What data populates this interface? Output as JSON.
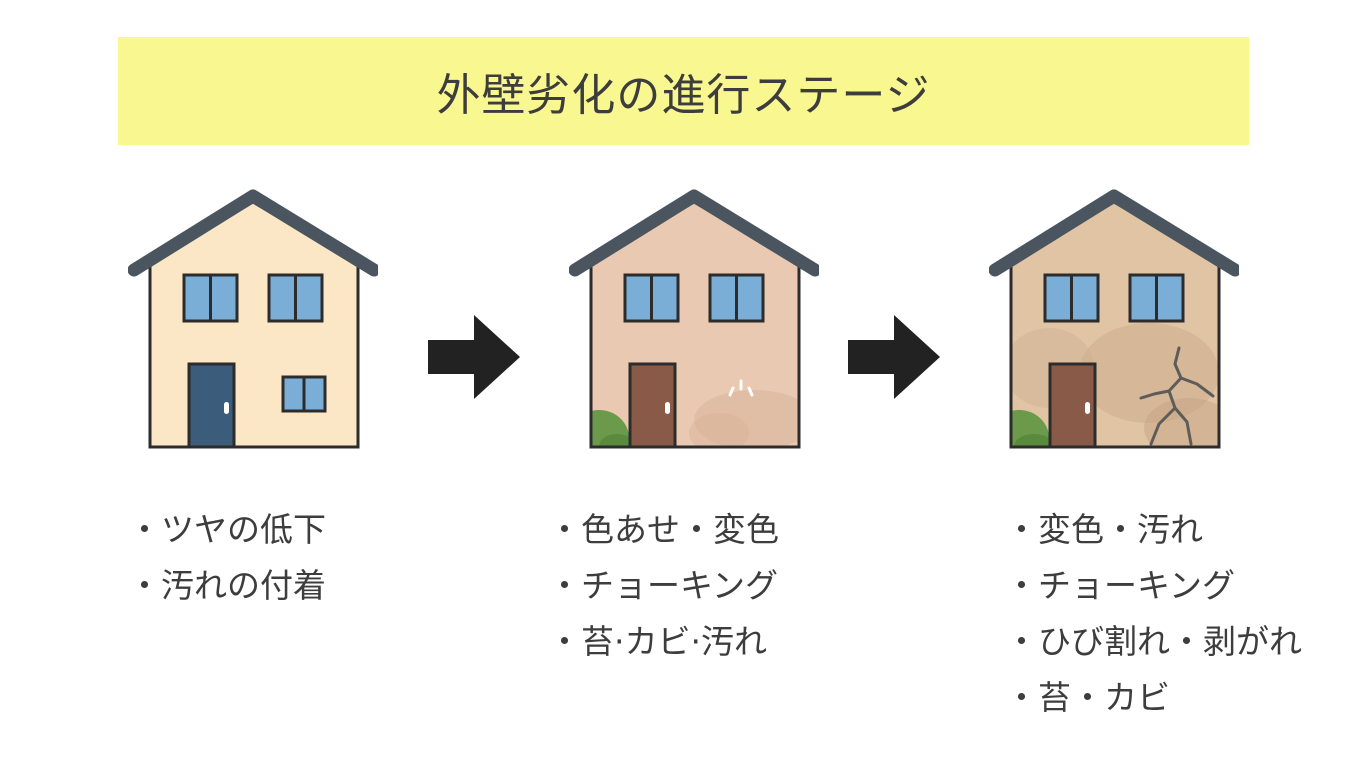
{
  "title": "外壁劣化の進行ステージ",
  "stages": [
    {
      "items": [
        "・ツヤの低下",
        "・汚れの付着"
      ]
    },
    {
      "items": [
        "・色あせ・変色",
        "・チョーキング",
        "・苔·カビ·汚れ"
      ]
    },
    {
      "items": [
        "・変色・汚れ",
        "・チョーキング",
        "・ひび割れ・剥がれ",
        "・苔・カビ"
      ]
    }
  ],
  "colors": {
    "title_bg": "#f9f78f",
    "roof": "#4a5560",
    "window": "#7aaed6",
    "wall_stage1": "#fbe6c6",
    "wall_stage2": "#e9c9b1",
    "wall_stage3": "#e0c4a4",
    "door_stage1": "#3c5c7c",
    "door_stage2": "#8a5a48",
    "moss": "#6b9a4a"
  },
  "icons": [
    "house-icon",
    "arrow-right-icon",
    "crack-icon"
  ]
}
